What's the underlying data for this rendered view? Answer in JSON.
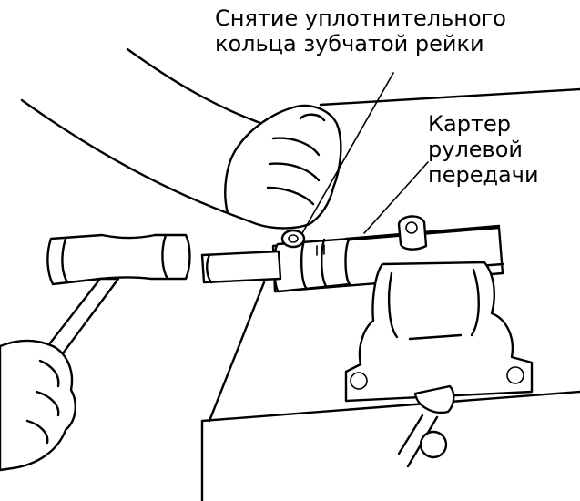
{
  "callouts": {
    "rack_seal_removal": {
      "line1": "Снятие уплотнительного",
      "line2": "кольца зубчатой рейки"
    },
    "steering_housing": {
      "line1": "Картер",
      "line2": "рулевой",
      "line3": "передачи"
    }
  },
  "colors": {
    "ink": "#000000",
    "paper": "#ffffff"
  }
}
